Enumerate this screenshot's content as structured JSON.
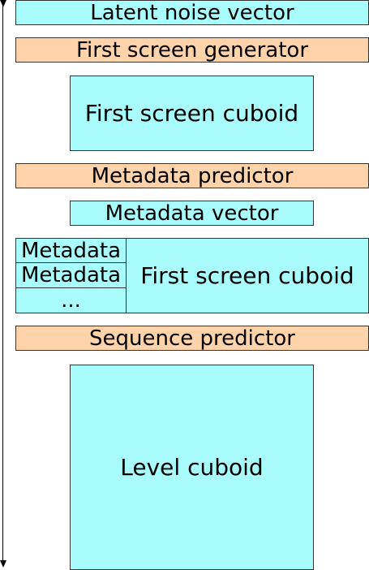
{
  "diagram": {
    "latent_noise_vector": "Latent noise vector",
    "first_screen_generator": "First screen generator",
    "first_screen_cuboid": "First screen cuboid",
    "metadata_predictor": "Metadata predictor",
    "metadata_vector": "Metadata vector",
    "metadata_stack": {
      "rows": [
        "Metadata",
        "Metadata",
        "..."
      ],
      "cuboid": "First screen cuboid"
    },
    "sequence_predictor": "Sequence predictor",
    "level_cuboid": "Level cuboid"
  },
  "colors": {
    "cyan": "#a8fcfc",
    "orange": "#ffd3aa",
    "border": "#333333"
  }
}
